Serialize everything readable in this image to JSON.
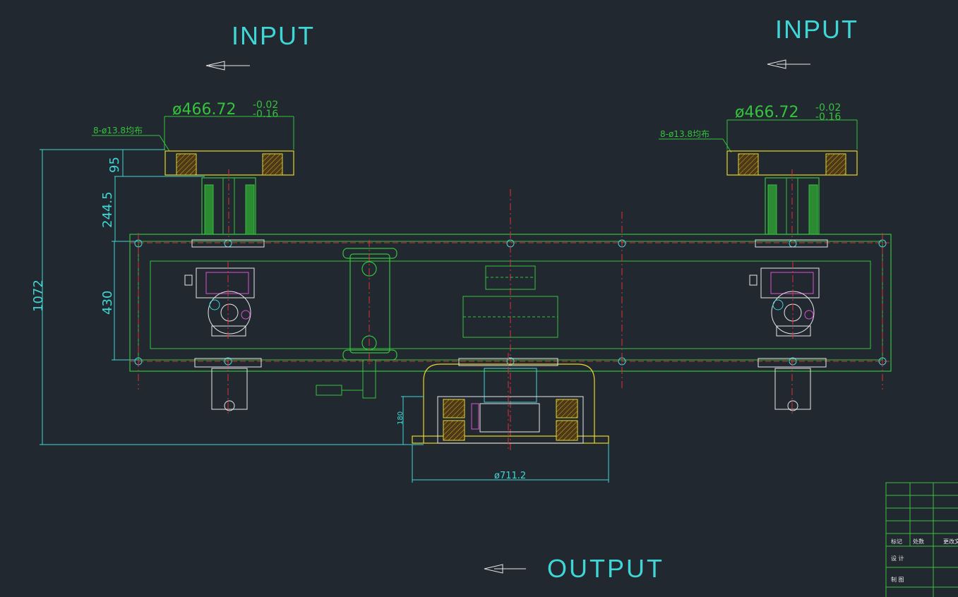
{
  "labels": {
    "input_left": "INPUT",
    "input_right": "INPUT",
    "output": "OUTPUT"
  },
  "dimensions": {
    "flange_diameter": "ø466.72",
    "tol_upper": "-0.02",
    "tol_lower": "-0.16",
    "holes_note": "8-ø13.8均布",
    "d95": "95",
    "d244": "244.5",
    "d430": "430",
    "d1072": "1072",
    "d180": "180",
    "output_diameter": "ø711.2"
  },
  "title_block": {
    "row1_col1": "标记",
    "row1_col2": "处数",
    "row1_col3": "更改文件",
    "row2_col1": "设 计",
    "row3_col1": "制 图"
  },
  "colors": {
    "background": "#212830",
    "dimension": "#3fd6d6",
    "geometry": "#35c23c",
    "centerline": "#e0303a",
    "hatch": "#e8d62a"
  }
}
